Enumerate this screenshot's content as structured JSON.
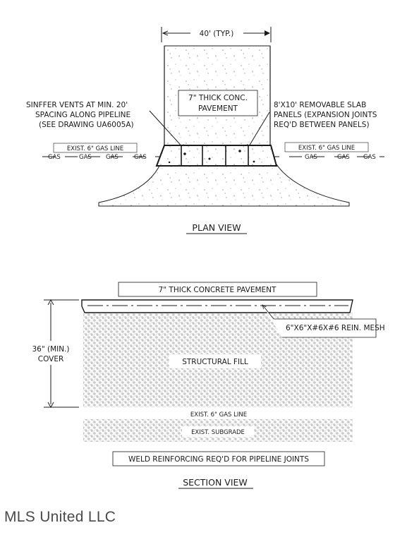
{
  "plan": {
    "dimension": "40' (TYP.)",
    "pavement_line1": "7\" THICK CONC.",
    "pavement_line2": "PAVEMENT",
    "sniffer_line1": "SINFFER VENTS AT MIN. 20'",
    "sniffer_line2": "SPACING ALONG PIPELINE",
    "sniffer_line3": "(SEE DRAWING UA6005A)",
    "panels_line1": "8'X10' REMOVABLE SLAB",
    "panels_line2": "PANELS (EXPANSION JOINTS",
    "panels_line3": "REQ'D BETWEEN PANELS)",
    "gas_left": "EXIST. 6\" GAS LINE",
    "gas_right": "EXIST. 6\" GAS LINE",
    "gas_mark": "GAS",
    "view_title": "PLAN VIEW"
  },
  "section": {
    "pavement": "7\" THICK CONCRETE PAVEMENT",
    "mesh": "6\"X6\"X#6X#6 REIN. MESH",
    "cover_line1": "36\" (MIN.)",
    "cover_line2": "COVER",
    "fill": "STRUCTURAL FILL",
    "gas": "EXIST. 6\" GAS LINE",
    "subgrade": "EXIST. SUBGRADE",
    "weld_note": "WELD REINFORCING REQ'D FOR PIPELINE JOINTS",
    "view_title": "SECTION VIEW"
  },
  "watermark": "MLS United LLC",
  "colors": {
    "ink": "#1a1a1a",
    "hatch": "#b0b0b0",
    "watermark": "#4a4a4a"
  }
}
